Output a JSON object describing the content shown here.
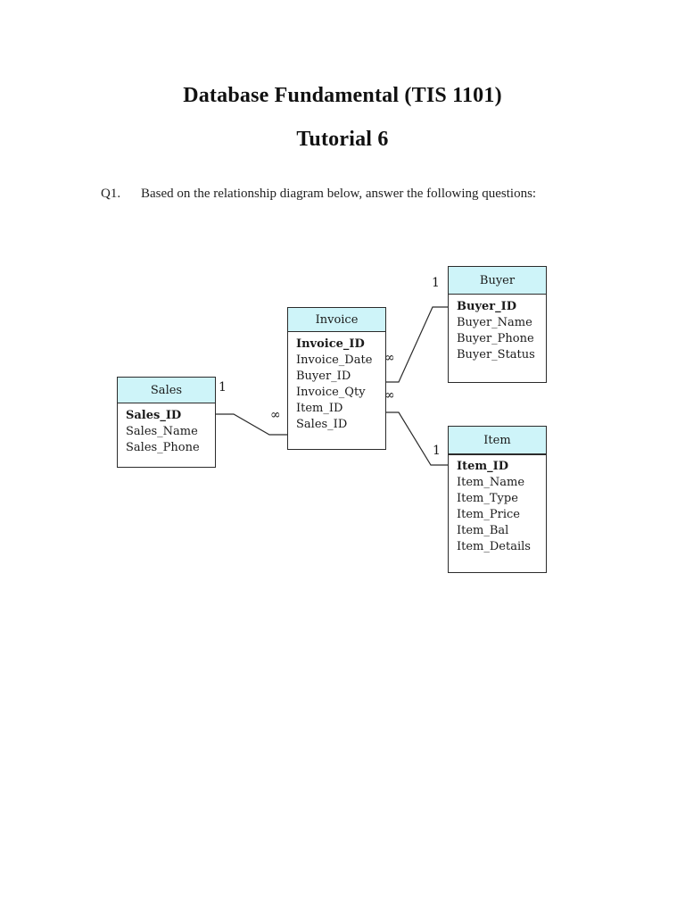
{
  "document": {
    "title": "Database Fundamental (TIS 1101)",
    "subtitle": "Tutorial 6",
    "question_number": "Q1.",
    "question_text": "Based on the relationship diagram below, answer the following questions:"
  },
  "diagram": {
    "type": "entity-relationship",
    "colors": {
      "entity_header_fill": "#CEF4F9",
      "entity_border": "#2B2B2B",
      "relationship_line": "#2B2B2B"
    },
    "entities": [
      {
        "name": "Sales",
        "primary_key": "Sales_ID",
        "fields": [
          "Sales_ID",
          "Sales_Name",
          "Sales_Phone"
        ]
      },
      {
        "name": "Invoice",
        "primary_key": "Invoice_ID",
        "fields": [
          "Invoice_ID",
          "Invoice_Date",
          "Buyer_ID",
          "Invoice_Qty",
          "Item_ID",
          "Sales_ID"
        ]
      },
      {
        "name": "Buyer",
        "primary_key": "Buyer_ID",
        "fields": [
          "Buyer_ID",
          "Buyer_Name",
          "Buyer_Phone",
          "Buyer_Status"
        ]
      },
      {
        "name": "Item",
        "primary_key": "Item_ID",
        "fields": [
          "Item_ID",
          "Item_Name",
          "Item_Type",
          "Item_Price",
          "Item_Bal",
          "Item_Details"
        ]
      }
    ],
    "relationships": [
      {
        "from": "Sales",
        "to": "Invoice",
        "from_cardinality": "1",
        "to_cardinality": "∞"
      },
      {
        "from": "Buyer",
        "to": "Invoice",
        "from_cardinality": "1",
        "to_cardinality": "∞"
      },
      {
        "from": "Item",
        "to": "Invoice",
        "from_cardinality": "1",
        "to_cardinality": "∞"
      }
    ]
  }
}
